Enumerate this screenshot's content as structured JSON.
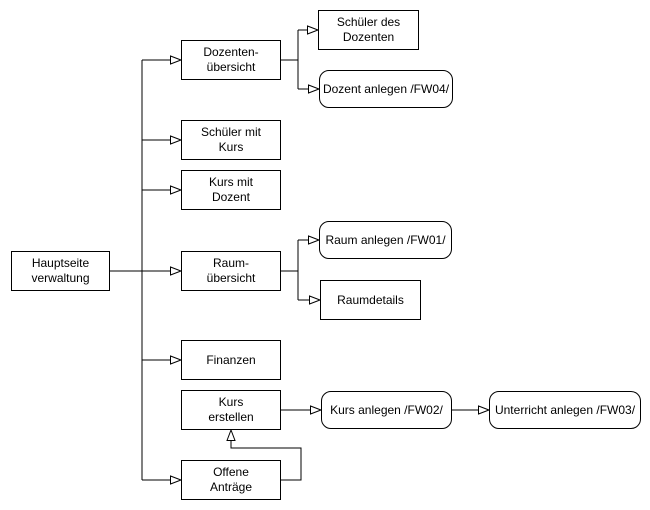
{
  "diagram": {
    "colors": {
      "background": "#ffffff",
      "node_fill": "#ffffff",
      "node_stroke": "#000000",
      "connector": "#000000",
      "text": "#000000"
    },
    "nodes": {
      "hauptseite": {
        "label": "Hauptseite\nverwaltung",
        "shape": "rect"
      },
      "dozenten": {
        "label": "Dozenten-\nübersicht",
        "shape": "rect"
      },
      "schueler_mit_kurs": {
        "label": "Schüler mit\nKurs",
        "shape": "rect"
      },
      "kurs_mit_dozent": {
        "label": "Kurs mit\nDozent",
        "shape": "rect"
      },
      "raum": {
        "label": "Raum-\nübersicht",
        "shape": "rect"
      },
      "finanzen": {
        "label": "Finanzen",
        "shape": "rect"
      },
      "kurs_erstellen": {
        "label": "Kurs\nerstellen",
        "shape": "rect"
      },
      "offene_antraege": {
        "label": "Offene\nAnträge",
        "shape": "rect"
      },
      "schueler_dozenten": {
        "label": "Schüler des\nDozenten",
        "shape": "rect"
      },
      "dozent_anlegen": {
        "label": "Dozent anlegen /FW04/",
        "shape": "rounded"
      },
      "raum_anlegen": {
        "label": "Raum anlegen /FW01/",
        "shape": "rounded"
      },
      "raumdetails": {
        "label": "Raumdetails",
        "shape": "rect"
      },
      "kurs_anlegen": {
        "label": "Kurs anlegen /FW02/",
        "shape": "rounded"
      },
      "unterricht_anlegen": {
        "label": "Unterricht anlegen /FW03/",
        "shape": "rounded"
      }
    },
    "edges": [
      {
        "from": "Hauptseite verwaltung",
        "to": "Dozenten-übersicht"
      },
      {
        "from": "Hauptseite verwaltung",
        "to": "Schüler mit Kurs"
      },
      {
        "from": "Hauptseite verwaltung",
        "to": "Kurs mit Dozent"
      },
      {
        "from": "Hauptseite verwaltung",
        "to": "Raum-übersicht"
      },
      {
        "from": "Hauptseite verwaltung",
        "to": "Finanzen"
      },
      {
        "from": "Hauptseite verwaltung",
        "to": "Offene Anträge"
      },
      {
        "from": "Dozenten-übersicht",
        "to": "Schüler des Dozenten"
      },
      {
        "from": "Dozenten-übersicht",
        "to": "Dozent anlegen /FW04/"
      },
      {
        "from": "Raum-übersicht",
        "to": "Raum anlegen /FW01/"
      },
      {
        "from": "Raum-übersicht",
        "to": "Raumdetails"
      },
      {
        "from": "Kurs erstellen",
        "to": "Kurs anlegen /FW02/"
      },
      {
        "from": "Kurs anlegen /FW02/",
        "to": "Unterricht anlegen /FW03/"
      },
      {
        "from": "Offene Anträge",
        "to": "Kurs erstellen"
      }
    ]
  }
}
